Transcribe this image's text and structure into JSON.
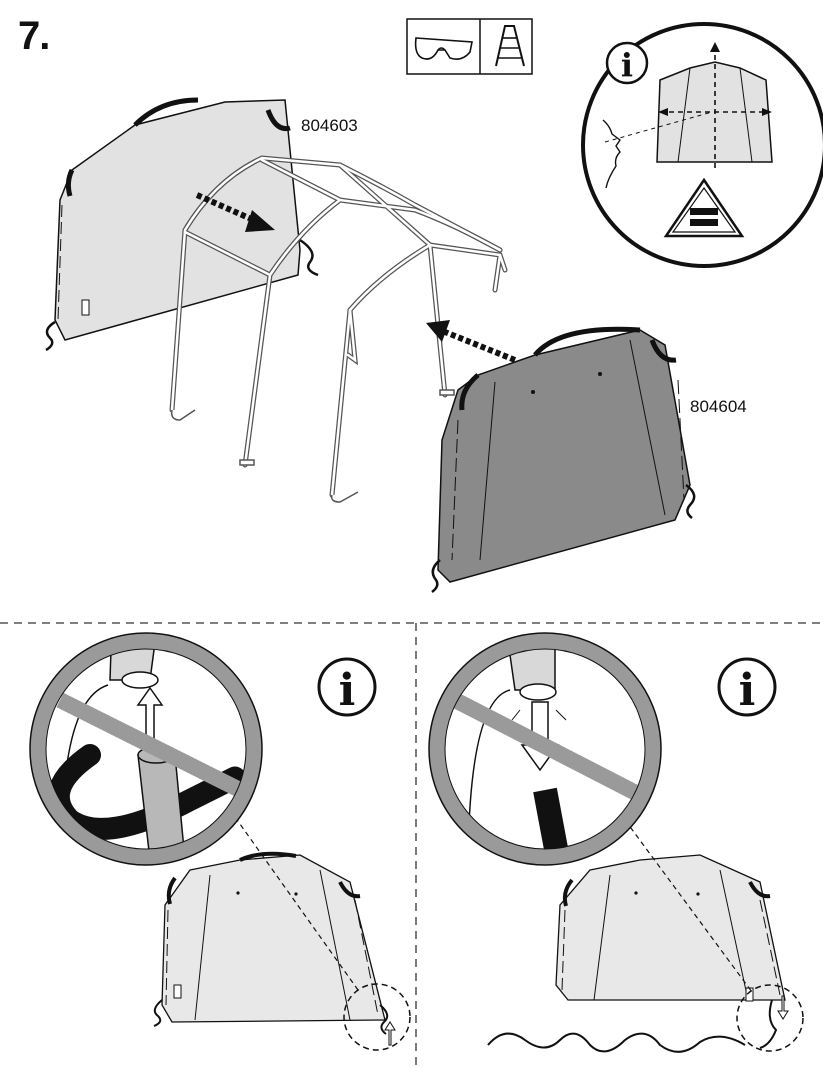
{
  "step": {
    "number": "7."
  },
  "parts": {
    "front_panel": "804603",
    "rear_panel": "804604"
  },
  "info": {
    "glyph": "i"
  },
  "icons": {
    "safety": [
      "safety-glasses-icon",
      "ladder-icon"
    ],
    "hints": [
      "info-icon",
      "equal-triangle-icon",
      "prohibited-icon"
    ]
  },
  "colors": {
    "panel_light": "#e2e2e2",
    "panel_dark": "#8a8a8a",
    "line": "#111111",
    "no_circle": "#9a9a9a"
  }
}
